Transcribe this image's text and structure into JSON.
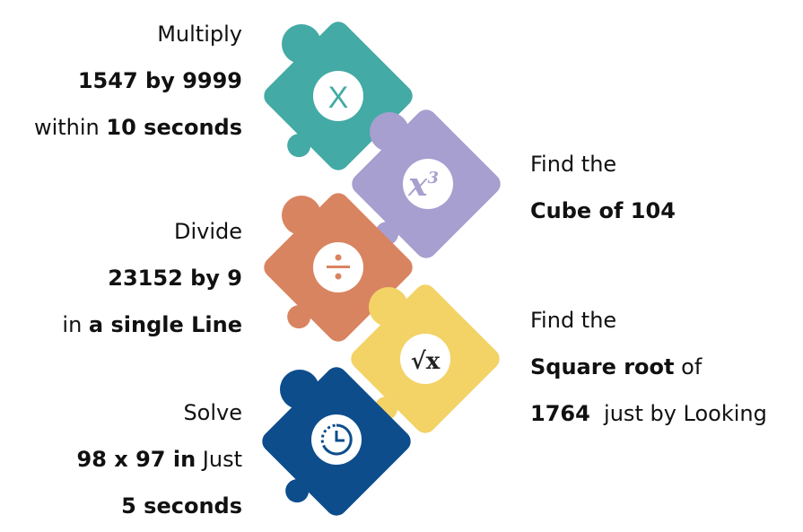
{
  "colors": {
    "teal": "#43aaa5",
    "purple": "#a79fcf",
    "orange": "#d98460",
    "yellow": "#f3d266",
    "blue": "#0d4d8c"
  },
  "pieces": [
    {
      "icon": "multiply-icon",
      "symbol": "X"
    },
    {
      "icon": "cube-icon",
      "symbol": "x",
      "sup": "3"
    },
    {
      "icon": "divide-icon",
      "symbol": "÷"
    },
    {
      "icon": "square-root-icon",
      "symbol": "√x"
    },
    {
      "icon": "clock-icon",
      "symbol": ""
    }
  ],
  "left": {
    "multiply": {
      "l1": "Multiply",
      "l2": "1547 by 9999",
      "l3a": "within ",
      "l3b": "10 seconds"
    },
    "divide": {
      "l1": "Divide",
      "l2": "23152 by 9",
      "l3a": "in ",
      "l3b": "a single Line"
    },
    "solve": {
      "l1": "Solve",
      "l2a": "98 x 97 in",
      "l2b": " Just",
      "l3": "5 seconds"
    }
  },
  "right": {
    "cube": {
      "l1": "Find the",
      "l2": "Cube of 104"
    },
    "root": {
      "l1": "Find the",
      "l2a": "Square root",
      "l2b": " of",
      "l3a": "1764",
      "l3b": "  just by Looking"
    }
  }
}
